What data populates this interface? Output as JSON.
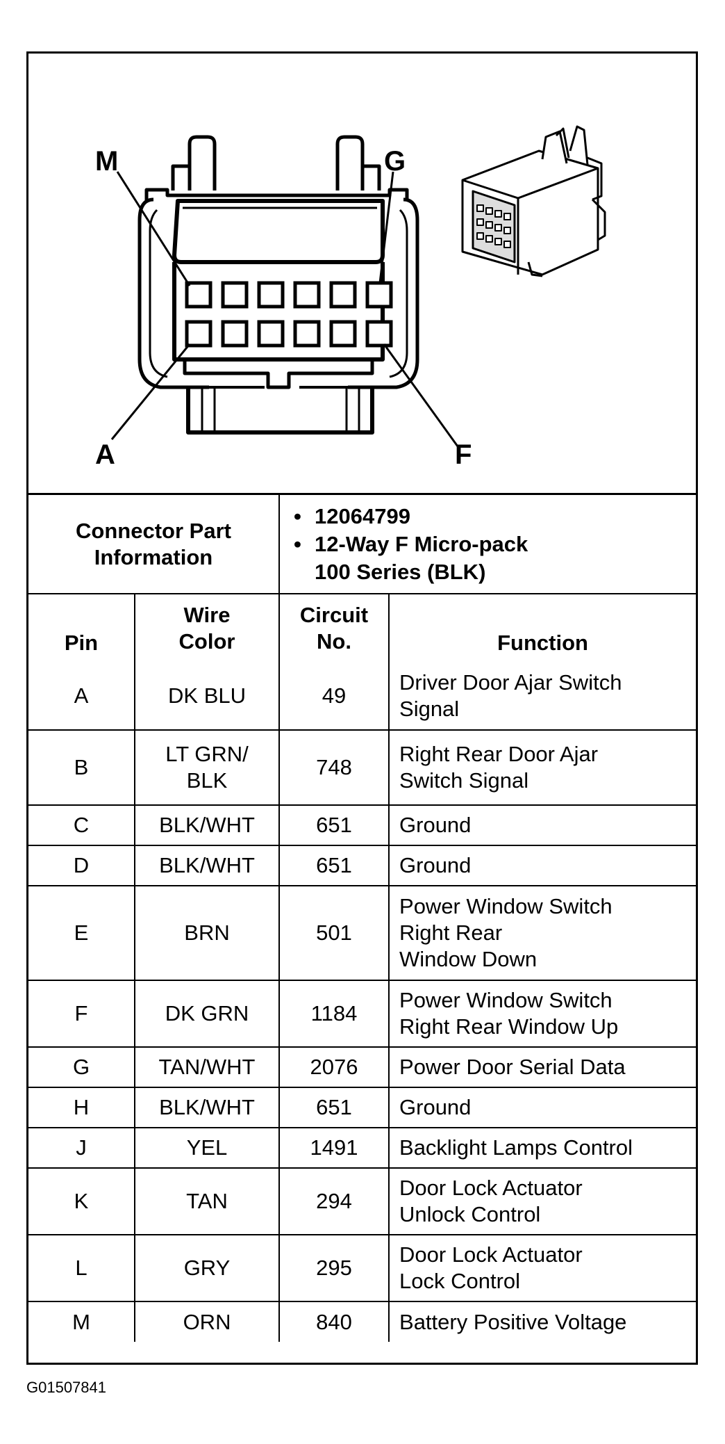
{
  "diagram": {
    "pin_labels": {
      "top_left": "M",
      "top_right": "G",
      "bottom_left": "A",
      "bottom_right": "F"
    }
  },
  "connector_info": {
    "label_line1": "Connector Part",
    "label_line2": "Information",
    "part_number": "12064799",
    "description_line1": "12-Way F Micro-pack",
    "description_line2": "100 Series (BLK)"
  },
  "table": {
    "headers": {
      "pin": "Pin",
      "wire_color_line1": "Wire",
      "wire_color_line2": "Color",
      "circuit_line1": "Circuit",
      "circuit_line2": "No.",
      "function": "Function"
    },
    "rows": [
      {
        "pin": "A",
        "color": [
          "DK BLU"
        ],
        "circuit": "49",
        "function": [
          "Driver Door Ajar Switch",
          "Signal"
        ]
      },
      {
        "pin": "B",
        "color": [
          "LT GRN/",
          "BLK"
        ],
        "circuit": "748",
        "function": [
          "Right Rear Door Ajar",
          "Switch Signal"
        ]
      },
      {
        "pin": "C",
        "color": [
          "BLK/WHT"
        ],
        "circuit": "651",
        "function": [
          "Ground"
        ]
      },
      {
        "pin": "D",
        "color": [
          "BLK/WHT"
        ],
        "circuit": "651",
        "function": [
          "Ground"
        ]
      },
      {
        "pin": "E",
        "color": [
          "BRN"
        ],
        "circuit": "501",
        "function": [
          "Power Window Switch",
          "Right Rear",
          "Window Down"
        ]
      },
      {
        "pin": "F",
        "color": [
          "DK GRN"
        ],
        "circuit": "1184",
        "function": [
          "Power Window Switch",
          "Right Rear Window Up"
        ]
      },
      {
        "pin": "G",
        "color": [
          "TAN/WHT"
        ],
        "circuit": "2076",
        "function": [
          "Power Door Serial Data"
        ]
      },
      {
        "pin": "H",
        "color": [
          "BLK/WHT"
        ],
        "circuit": "651",
        "function": [
          "Ground"
        ]
      },
      {
        "pin": "J",
        "color": [
          "YEL"
        ],
        "circuit": "1491",
        "function": [
          "Backlight Lamps Control"
        ]
      },
      {
        "pin": "K",
        "color": [
          "TAN"
        ],
        "circuit": "294",
        "function": [
          "Door Lock Actuator",
          "Unlock Control"
        ]
      },
      {
        "pin": "L",
        "color": [
          "GRY"
        ],
        "circuit": "295",
        "function": [
          "Door Lock Actuator",
          "Lock Control"
        ]
      },
      {
        "pin": "M",
        "color": [
          "ORN"
        ],
        "circuit": "840",
        "function": [
          "Battery Positive Voltage"
        ]
      }
    ]
  },
  "figure_ref": "G01507841"
}
